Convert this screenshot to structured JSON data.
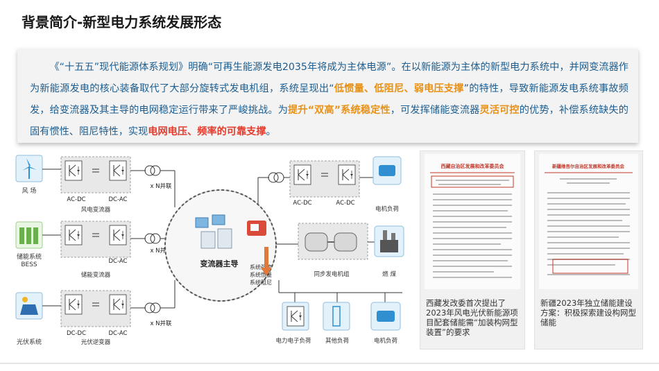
{
  "slide": {
    "title": "背景简介-新型电力系统发展形态",
    "intro": [
      {
        "t": "《“十五五”现代能源体系规划》明确“可再生能源发电2035年将成为主体电源”。在以新能源为主体的新型电力系统中，并网变流器作为新能源发电的核心装备取代了大部分旋转式发电机组，系统呈现出“",
        "s": ""
      },
      {
        "t": "低惯量、低阻尼、弱电压支撑",
        "s": "hl"
      },
      {
        "t": "”的特性，导致新能源发电系统事故频发，给变流器及其主导的电网稳定运行带来了严峻挑战。为",
        "s": ""
      },
      {
        "t": "提升“双高”系统稳定性",
        "s": "hl"
      },
      {
        "t": "，可发挥储能变流器",
        "s": ""
      },
      {
        "t": "灵活可控",
        "s": "hl"
      },
      {
        "t": "的优势，补偿系统缺失的固有惯性、阻尼特性，实现",
        "s": ""
      },
      {
        "t": "电网电压、频率的可靠支撑",
        "s": "hr"
      },
      {
        "t": "。",
        "s": ""
      }
    ]
  },
  "diagram": {
    "source_labels": [
      "风 场",
      "储能系统",
      "BESS",
      "光伏系统"
    ],
    "converter_labels": [
      "风电变流器",
      "储能变流器",
      "光伏逆变器"
    ],
    "stage_labels": {
      "ac_dc": "AC-DC",
      "dc_ac": "DC-AC",
      "dc_dc": "DC-DC"
    },
    "parallel_label": "x N并联",
    "center_label": "变流器主导",
    "center_notes": [
      "系统强度",
      "系统惯量",
      "系统阻尼"
    ],
    "generator_label": "同步发电机组",
    "coal_label": "燃 煤",
    "load_labels": [
      "电机负荷",
      "电力电子负荷",
      "其他负荷",
      "电机负荷"
    ],
    "colors": {
      "accent_blue": "#2f8fd1",
      "panel_gray": "#e6e6e6",
      "center_red": "#d94a3a"
    }
  },
  "documents": [
    {
      "header": "西藏自治区发展和改革委员会",
      "caption": "西藏发改委首次提出了2023年风电光伏新能源项目配套储能需“加装构网型装置”的要求"
    },
    {
      "header": "新疆维吾尔自治区发展和改革委员会",
      "caption": "新疆2023年独立储能建设方案：积极探索建设构网型储能"
    }
  ]
}
